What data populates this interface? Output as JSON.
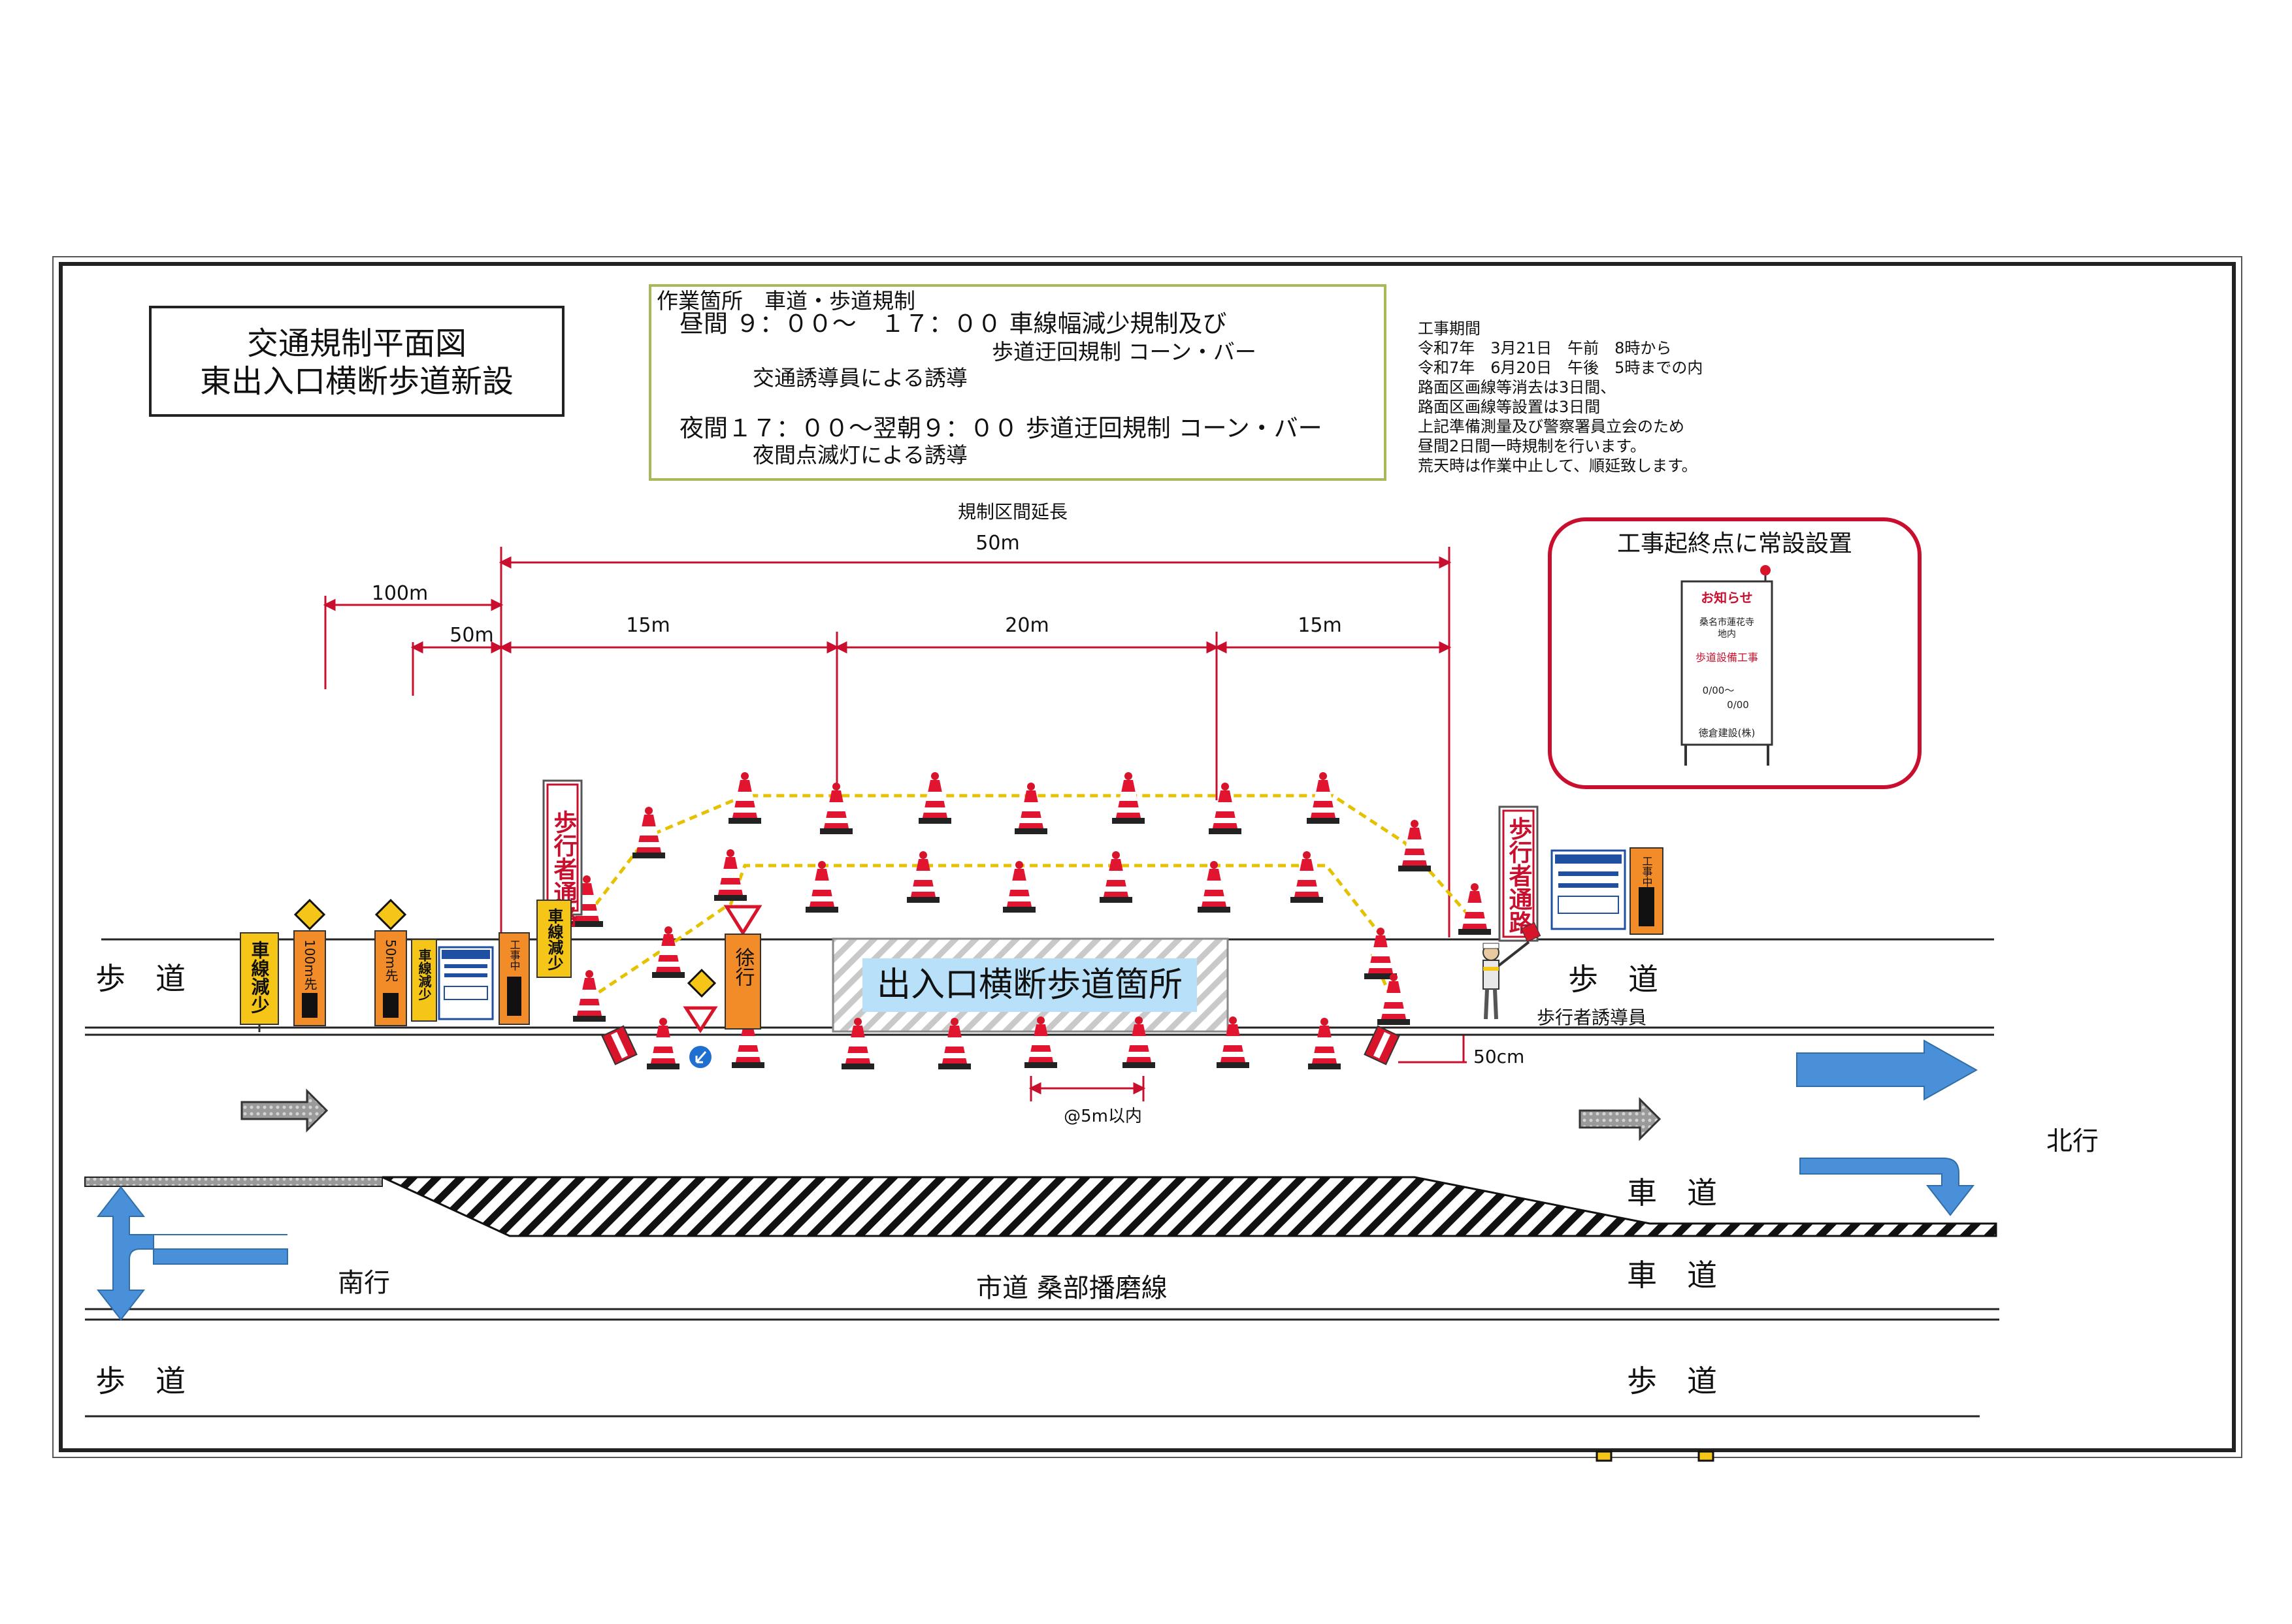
{
  "title": {
    "line1": "交通規制平面図",
    "line2": "東出入口横断歩道新設"
  },
  "info_box": {
    "line1": "作業箇所　車道・歩道規制",
    "line2": "昼間 ９：００～　１７：００ 車線幅減少規制及び",
    "line3": "歩道迂回規制 コーン・バー",
    "line4": "交通誘導員による誘導",
    "line5": "夜間１７：００～翌朝９：００ 歩道迂回規制 コーン・バー",
    "line6": "夜間点滅灯による誘導"
  },
  "period": {
    "l1": "工事期間",
    "l2": "令和7年　3月21日　午前　8時から",
    "l3": "令和7年　6月20日　午後　5時までの内",
    "l4": "路面区画線等消去は3日間、",
    "l5": "路面区画線等設置は3日間",
    "l6": "上記準備測量及び警察署員立会のため",
    "l7": "昼間2日間一時規制を行います。",
    "l8": "荒天時は作業中止して、順延致します。"
  },
  "board": {
    "heading": "工事起終点に常設設置",
    "notice": "お知らせ",
    "place1": "桑名市蓮花寺",
    "place2": "地内",
    "work": "歩道設備工事",
    "date1": "0/00～",
    "date2": "0/00",
    "company": "徳倉建設(株)"
  },
  "dims": {
    "section_label": "規制区間延長",
    "total": "50m",
    "d100": "100m",
    "d50": "50m",
    "s1": "15m",
    "s2": "20m",
    "s3": "15m",
    "offset": "50cm",
    "spacing": "@5m以内"
  },
  "labels": {
    "work_area": "出入口横断歩道箇所",
    "sidewalk": "歩　道",
    "roadway": "車　道",
    "north": "北行",
    "south": "南行",
    "road_name": "市道 桑部播磨線",
    "guide": "歩行者誘導員"
  },
  "signs": {
    "pedestrian_path": "歩行者通路",
    "lane_reduction": "車線減少",
    "ahead100": "100m先",
    "ahead50": "50m先",
    "slow": "徐行",
    "works": "工事中"
  },
  "colors": {
    "dimension_red": "#c8102e",
    "board_border": "#c8102e",
    "info_border": "#a8b85a",
    "arrow_blue": "#4a90d9",
    "sign_orange": "#f28c28",
    "sign_yellow": "#f5c518",
    "work_area_fill": "#b8e0f8"
  }
}
